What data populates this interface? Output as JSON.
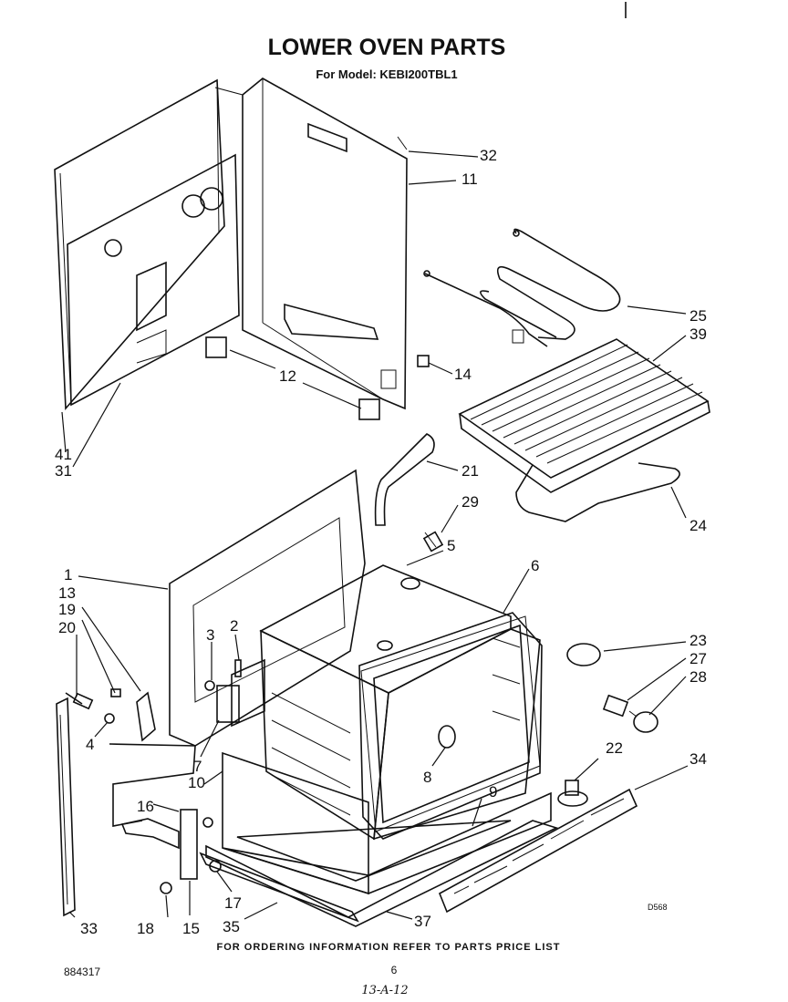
{
  "header": {
    "title": "LOWER OVEN PARTS",
    "model_line": "For Model: KEBI200TBL1"
  },
  "callouts": [
    "1",
    "2",
    "3",
    "4",
    "5",
    "6",
    "7",
    "8",
    "9",
    "10",
    "11",
    "12",
    "13",
    "14",
    "15",
    "16",
    "17",
    "18",
    "19",
    "20",
    "21",
    "22",
    "23",
    "24",
    "25",
    "27",
    "28",
    "29",
    "31",
    "32",
    "33",
    "34",
    "35",
    "37",
    "39",
    "41"
  ],
  "labels": {
    "n1": "1",
    "n2": "2",
    "n3": "3",
    "n4": "4",
    "n5": "5",
    "n6": "6",
    "n7": "7",
    "n8": "8",
    "n9": "9",
    "n10": "10",
    "n11": "11",
    "n12": "12",
    "n13": "13",
    "n14": "14",
    "n15": "15",
    "n16": "16",
    "n17": "17",
    "n18": "18",
    "n19": "19",
    "n20": "20",
    "n21": "21",
    "n22": "22",
    "n23": "23",
    "n24": "24",
    "n25": "25",
    "n27": "27",
    "n28": "28",
    "n29": "29",
    "n31": "31",
    "n32": "32",
    "n33": "33",
    "n34": "34",
    "n35": "35",
    "n37": "37",
    "n39": "39",
    "n41": "41"
  },
  "code": "D568",
  "footer": {
    "ordering_note": "FOR ORDERING INFORMATION REFER TO PARTS PRICE LIST",
    "doc_number": "884317",
    "page_number": "6",
    "handwritten_date": "13-A-12"
  }
}
